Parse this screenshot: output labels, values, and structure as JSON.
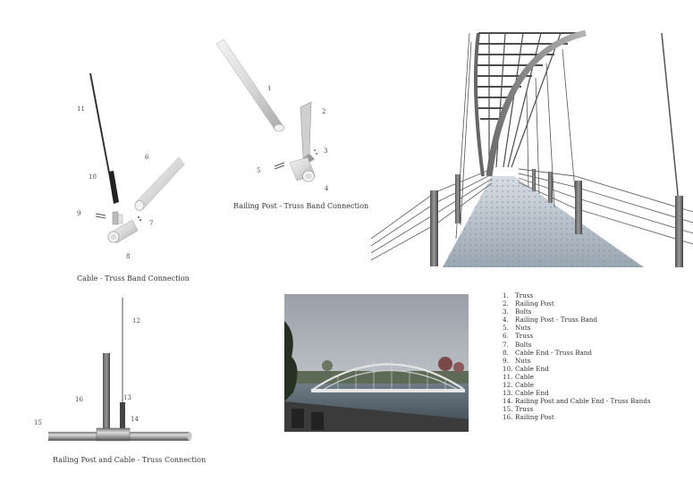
{
  "captions": {
    "cable_truss_band": "Cable - Truss Band Connection",
    "railing_truss_band": "Railing Post - Truss Band Connection",
    "railing_cable_truss": "Railing Post and Cable - Truss Connection"
  },
  "callouts": {
    "cable_detail": [
      "11",
      "10",
      "9",
      "6",
      "7",
      "8"
    ],
    "railing_detail": [
      "1",
      "2",
      "3",
      "5",
      "4"
    ],
    "truss_detail": [
      "12",
      "16",
      "13",
      "14",
      "15"
    ]
  },
  "legend": [
    {
      "num": "1.",
      "label": "Truss"
    },
    {
      "num": "2.",
      "label": "Railing Post"
    },
    {
      "num": "3.",
      "label": "Bolts"
    },
    {
      "num": "4.",
      "label": "Railing Post - Truss Band"
    },
    {
      "num": "5.",
      "label": "Nuts"
    },
    {
      "num": "6.",
      "label": "Truss"
    },
    {
      "num": "7.",
      "label": "Bolts"
    },
    {
      "num": "8.",
      "label": "Cable End - Truss Band"
    },
    {
      "num": "9.",
      "label": "Nuts"
    },
    {
      "num": "10.",
      "label": "Cable End"
    },
    {
      "num": "11.",
      "label": "Cable"
    },
    {
      "num": "12.",
      "label": "Cable"
    },
    {
      "num": "13.",
      "label": "Cable End"
    },
    {
      "num": "14.",
      "label": "Railing Post and Cable End - Truss Bands"
    },
    {
      "num": "15.",
      "label": "Truss"
    },
    {
      "num": "16.",
      "label": "Railing Post"
    }
  ]
}
